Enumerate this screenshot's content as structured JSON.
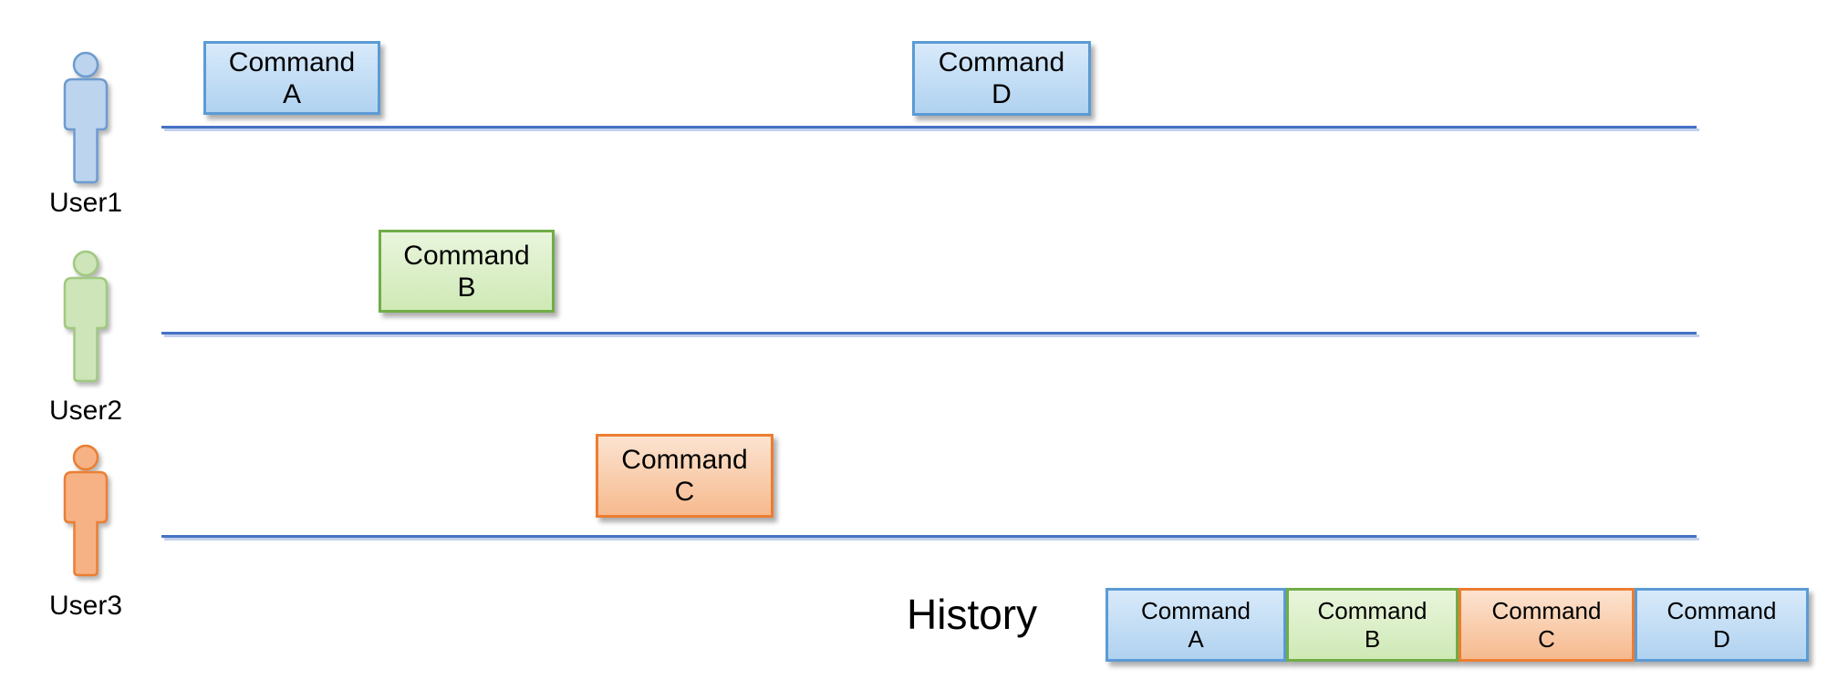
{
  "diagram": {
    "users": [
      {
        "label": "User1",
        "color": "blue"
      },
      {
        "label": "User2",
        "color": "green"
      },
      {
        "label": "User3",
        "color": "orange"
      }
    ],
    "timeline_commands": [
      {
        "title": "Command",
        "letter": "A",
        "color": "blue",
        "lane": "User1"
      },
      {
        "title": "Command",
        "letter": "B",
        "color": "green",
        "lane": "User2"
      },
      {
        "title": "Command",
        "letter": "C",
        "color": "orange",
        "lane": "User3"
      },
      {
        "title": "Command",
        "letter": "D",
        "color": "blue",
        "lane": "User1"
      }
    ],
    "history": {
      "label": "History",
      "items": [
        {
          "title": "Command",
          "letter": "A",
          "color": "blue"
        },
        {
          "title": "Command",
          "letter": "B",
          "color": "green"
        },
        {
          "title": "Command",
          "letter": "C",
          "color": "orange"
        },
        {
          "title": "Command",
          "letter": "D",
          "color": "blue"
        }
      ]
    }
  },
  "palette": {
    "blue": {
      "border": "#5b9bd5",
      "fill_top": "#d8eafa",
      "fill_bottom": "#b0d2f0",
      "figure_fill": "#bcd4ee",
      "figure_stroke": "#6d9bd0"
    },
    "green": {
      "border": "#70ad47",
      "fill_top": "#e9f5dc",
      "fill_bottom": "#cfe9b6",
      "figure_fill": "#cde5b8",
      "figure_stroke": "#a0c981"
    },
    "orange": {
      "border": "#ed7d31",
      "fill_top": "#fce3d0",
      "fill_bottom": "#f6ba8e",
      "figure_fill": "#f6b285",
      "figure_stroke": "#ea7f35"
    },
    "timeline_line": "#4472c4",
    "text": "#000000"
  }
}
